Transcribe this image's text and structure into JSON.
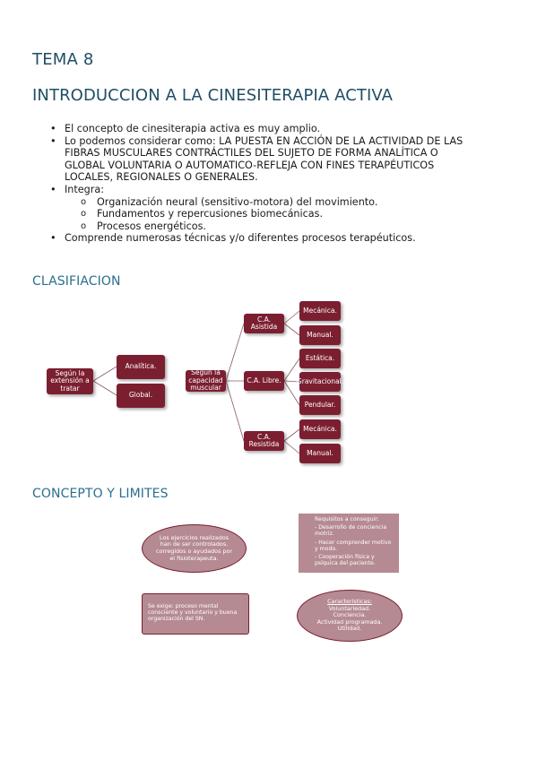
{
  "title": "TEMA 8",
  "subtitle": "INTRODUCCION A LA CINESITERAPIA ACTIVA",
  "bullets": {
    "b1": "El concepto de cinesiterapia activa es muy amplio.",
    "b2_l1": "Lo podemos considerar como: LA PUESTA EN ACCIÓN DE LA ACTIVIDAD DE LAS",
    "b2_l2": "FIBRAS MUSCULARES CONTRÁCTILES DEL SUJETO DE FORMA ANALÍTICA O",
    "b2_l3": "GLOBAL VOLUNTARIA O AUTOMATICO-REFLEJA CON FINES TERAPÉUTICOS",
    "b2_l4": "LOCALES, REGIONALES O GENERALES.",
    "b3": "Integra:",
    "sub1": "Organización neural (sensitivo-motora) del movimiento.",
    "sub2": "Fundamentos y repercusiones biomecánicas.",
    "sub3": "Procesos energéticos.",
    "b4": "Comprende numerosas técnicas y/o diferentes procesos terapéuticos.",
    "bullet_glyph": "•",
    "sub_glyph": "o"
  },
  "section_clasificacion": "CLASIFIACION",
  "section_concepto": "CONCEPTO Y LIMITES",
  "diagram": {
    "root": "Según la extensión a tratar",
    "analitica": "Analítica.",
    "global": "Global.",
    "capacidad": "Según la capacidad muscular",
    "asistida": "C.A. Asistida",
    "libre": "C.A. Libre.",
    "resistida": "C.A. Resistida",
    "mecanica1": "Mecánica.",
    "manual1": "Manual.",
    "estatica": "Estática.",
    "gravitacional": "Gravitacional.",
    "pendular": "Pendular.",
    "mecanica2": "Mecánica.",
    "manual2": "Manual."
  },
  "concepto": {
    "ellipse1": "Los ejercicios realizados han de ser controlados, corregidos o ayudados por el fisioterapeuta.",
    "card1_title": "Requisitos a conseguir:",
    "card1_items": [
      "Desarrollo de conciencia motriz.",
      "Hacer comprender motivo y modo.",
      "Cooperación física y psíquica del paciente."
    ],
    "card2": "Se exige: proceso mental consciente y voluntario y buena organización del SN.",
    "ellipse2_title": "Características:",
    "ellipse2_items": [
      "Voluntariedad.",
      "Conciencia.",
      "Actividad programada.",
      "Utilidad."
    ]
  }
}
